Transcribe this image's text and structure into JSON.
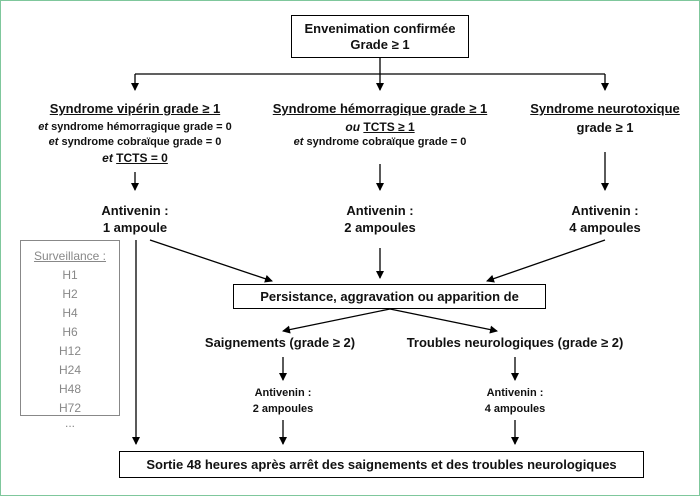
{
  "top_box": {
    "line1": "Envenimation confirmée",
    "line2": "Grade ≥ 1"
  },
  "col_viperin": {
    "title": "Syndrome vipérin grade ≥ 1",
    "l2_prefix": "et",
    "l2_text": " syndrome hémorragique grade = 0",
    "l3_prefix": "et",
    "l3_text": " syndrome cobraïque grade = 0",
    "l4_prefix": "et",
    "l4_text": "TCTS = 0",
    "antivenin_label": "Antivenin :",
    "antivenin_dose": "1 ampoule"
  },
  "col_hemorragique": {
    "title": "Syndrome hémorragique grade ≥ 1",
    "l2_prefix": "ou",
    "l2_text": "TCTS ≥ 1",
    "l3_prefix": "et",
    "l3_text": " syndrome cobraïque grade = 0",
    "antivenin_label": "Antivenin :",
    "antivenin_dose": "2 ampoules"
  },
  "col_neuro": {
    "title": "Syndrome neurotoxique",
    "l2_text": "grade ≥ 1",
    "antivenin_label": "Antivenin :",
    "antivenin_dose": "4 ampoules"
  },
  "persistence_box": "Persistance, aggravation ou apparition de",
  "left_branch": {
    "title": "Saignements (grade ≥ 2)",
    "antivenin_label": "Antivenin :",
    "antivenin_dose": "2 ampoules"
  },
  "right_branch": {
    "title": "Troubles neurologiques (grade ≥ 2)",
    "antivenin_label": "Antivenin :",
    "antivenin_dose": "4 ampoules"
  },
  "bottom_box": "Sortie 48 heures après arrêt des saignements et des troubles neurologiques",
  "surveillance": {
    "title": "Surveillance :",
    "items": [
      "H1",
      "H2",
      "H4",
      "H6",
      "H12",
      "H24",
      "H48",
      "H72",
      "..."
    ]
  }
}
